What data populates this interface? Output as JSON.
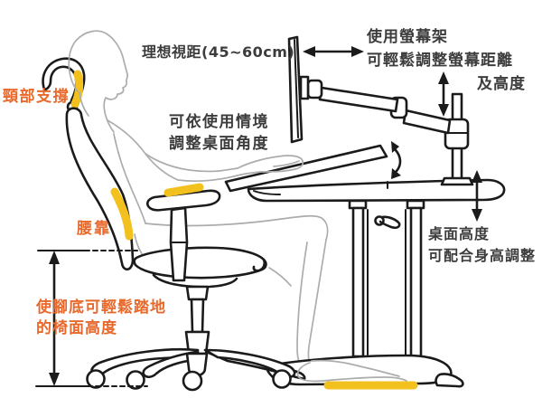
{
  "diagram_title": "ergonomic-workstation-diagram",
  "labels": {
    "neck_support": "頸部支撐",
    "ideal_viewing_distance": "理想視距(45~60cm)",
    "monitor_arm": {
      "line1": "使用螢幕架",
      "line2": "可輕鬆調整螢幕距離",
      "line3": "及高度"
    },
    "desk_angle": {
      "line1": "可依使用情境",
      "line2": "調整桌面角度"
    },
    "lumbar_support": "腰靠",
    "seat_height": {
      "line1": "使腳底可輕鬆踏地",
      "line2": "的椅面高度"
    },
    "desk_height": {
      "line1": "桌面高度",
      "line2": "可配合身高調整"
    }
  },
  "colors": {
    "highlight_orange_text": "#E8692C",
    "highlight_yellow": "#F2C11D",
    "outline_black": "#1B1B1B",
    "figure_gray": "#ACACAC",
    "label_dark": "#3C3C3C"
  }
}
